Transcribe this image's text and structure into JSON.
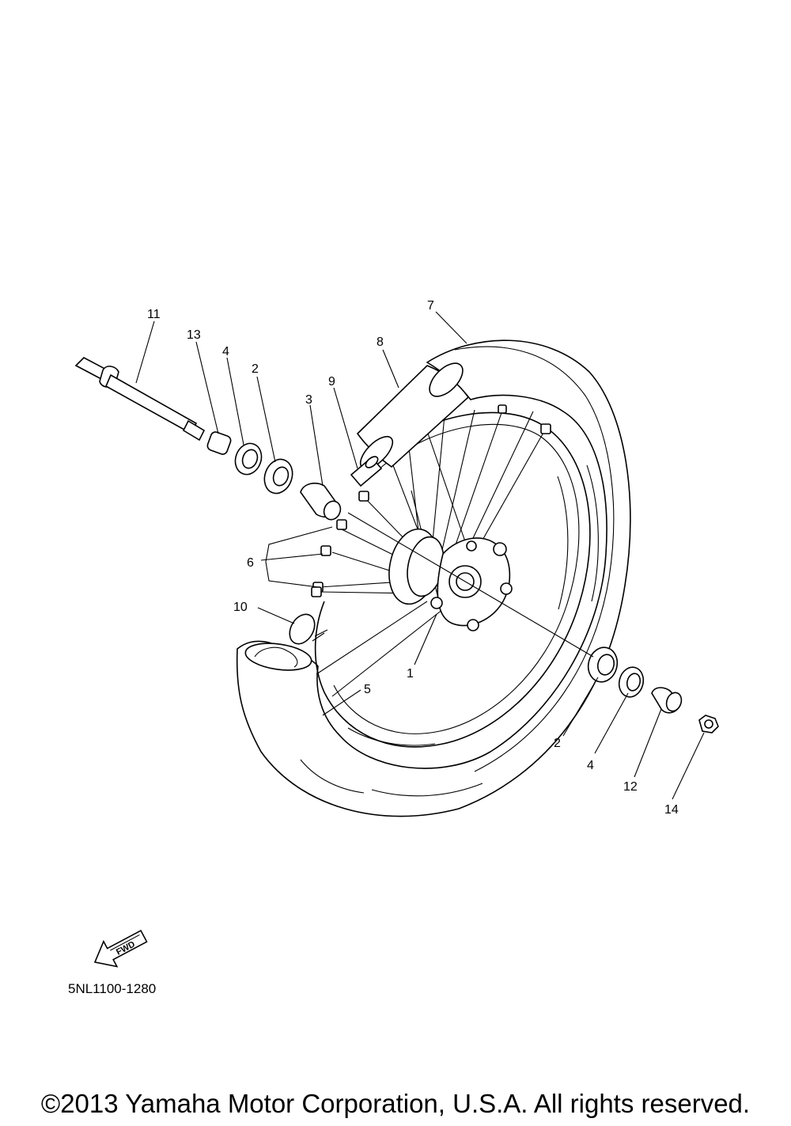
{
  "diagram": {
    "callouts": [
      "11",
      "13",
      "4",
      "2",
      "3",
      "9",
      "8",
      "7",
      "6",
      "10",
      "1",
      "5",
      "2",
      "4",
      "12",
      "14"
    ],
    "fwd_label": "FWD",
    "ref_code": "5NL1100-1280"
  },
  "footer": {
    "copyright": "©2013 Yamaha Motor Corporation, U.S.A. All rights reserved."
  }
}
